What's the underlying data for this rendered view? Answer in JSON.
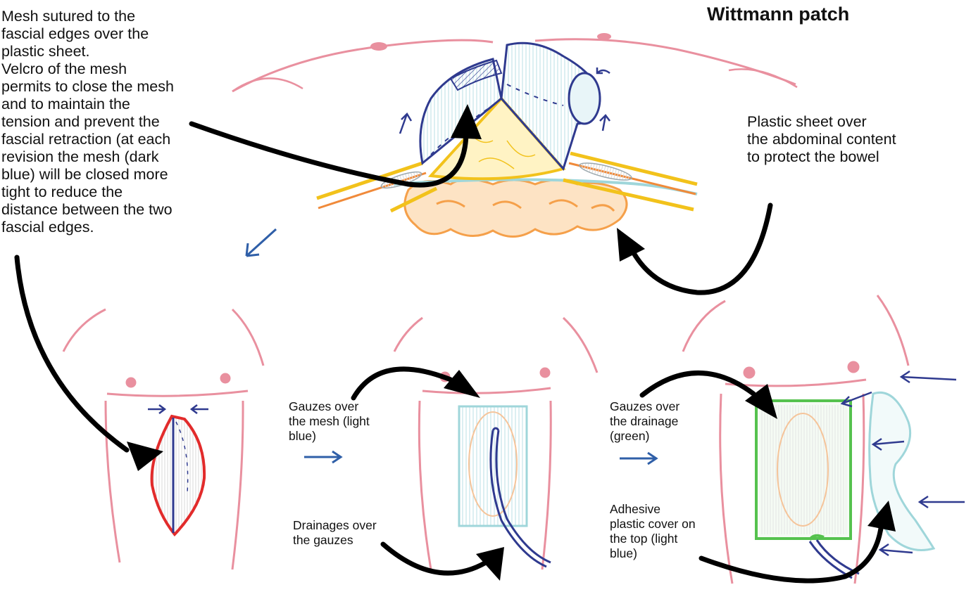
{
  "title": "Wittmann patch",
  "annotations": {
    "mesh_note": "Mesh sutured to the\nfascial edges over the\nplastic sheet.\nVelcro of the mesh\npermits to close the mesh\nand to maintain the\ntension and prevent the\nfascial retraction (at each\nrevision the mesh (dark\nblue) will be closed more\ntight to reduce the\ndistance between the two\nfascial edges.",
    "plastic_sheet_note": "Plastic sheet over\nthe abdominal content\nto protect the bowel",
    "gauzes_mesh_note": "Gauzes over\nthe mesh (light\nblue)",
    "drainages_note": "Drainages over\nthe gauzes",
    "gauzes_drainage_note": "Gauzes over\nthe drainage\n(green)",
    "adhesive_cover_note": "Adhesive\nplastic cover on\nthe top (light\nblue)"
  },
  "colors": {
    "skin": "#e9909f",
    "mesh_dark_blue": "#2f3a8f",
    "gauze_light_blue": "#9fd6da",
    "drainage_gauze_green": "#55c24e",
    "fascia_yellow": "#f2c21b",
    "fascia_orange": "#f08a3a",
    "bowel_orange": "#f5a04a",
    "wound_red": "#e22b2b",
    "arrow_black": "#000000"
  }
}
